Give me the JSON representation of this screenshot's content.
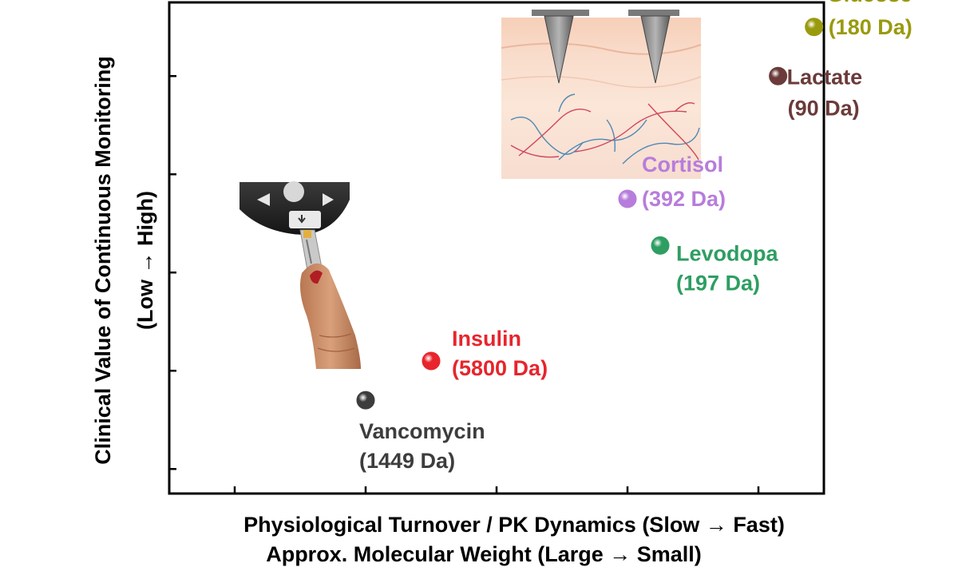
{
  "chart_data": {
    "type": "scatter",
    "title": "",
    "xlabel_line1": "Physiological Turnover / PK Dynamics (Slow → Fast)",
    "xlabel_line2": "Approx. Molecular Weight (Large → Small)",
    "ylabel_line1": "Clinical Value of Continuous Monitoring",
    "ylabel_line2": "(Low → High)",
    "xlim": [
      0,
      10
    ],
    "ylim": [
      0,
      10
    ],
    "xticks": [
      1,
      3,
      5,
      7,
      9
    ],
    "yticks": [
      0.5,
      2.5,
      4.5,
      6.5,
      8.5,
      10.5
    ],
    "grid": false,
    "points": [
      {
        "name": "Vancomycin",
        "mw": "(1449 Da)",
        "x": 3.0,
        "y": 1.9,
        "color": "#3d3d3d",
        "label_pos": "below"
      },
      {
        "name": "Insulin",
        "mw": "(5800 Da)",
        "x": 4.0,
        "y": 2.7,
        "color": "#e8242c",
        "label_pos": "right-above"
      },
      {
        "name": "Cortisol",
        "mw": "(392 Da)",
        "x": 7.0,
        "y": 6.0,
        "color": "#b77ddb",
        "label_pos": "right-split"
      },
      {
        "name": "Levodopa",
        "mw": "(197 Da)",
        "x": 7.5,
        "y": 5.05,
        "color": "#2e9e62",
        "label_pos": "right-below"
      },
      {
        "name": "Lactate",
        "mw": "(90 Da)",
        "x": 9.3,
        "y": 8.5,
        "color": "#6b3a3a",
        "label_pos": "right-below"
      },
      {
        "name": "Glucose",
        "mw": "(180 Da)",
        "x": 9.85,
        "y": 9.5,
        "color": "#9a9a0e",
        "label_pos": "right-split"
      }
    ]
  }
}
